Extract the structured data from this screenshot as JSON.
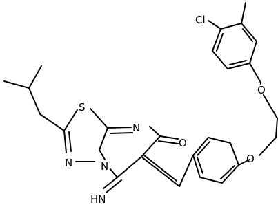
{
  "atoms": {
    "cl": "Cl",
    "o_top": "O",
    "o_bottom": "O",
    "s": "S",
    "n_ring": "N",
    "o_carbonyl": "O",
    "n_left": "N",
    "n_fused": "N",
    "imine": "HN"
  }
}
